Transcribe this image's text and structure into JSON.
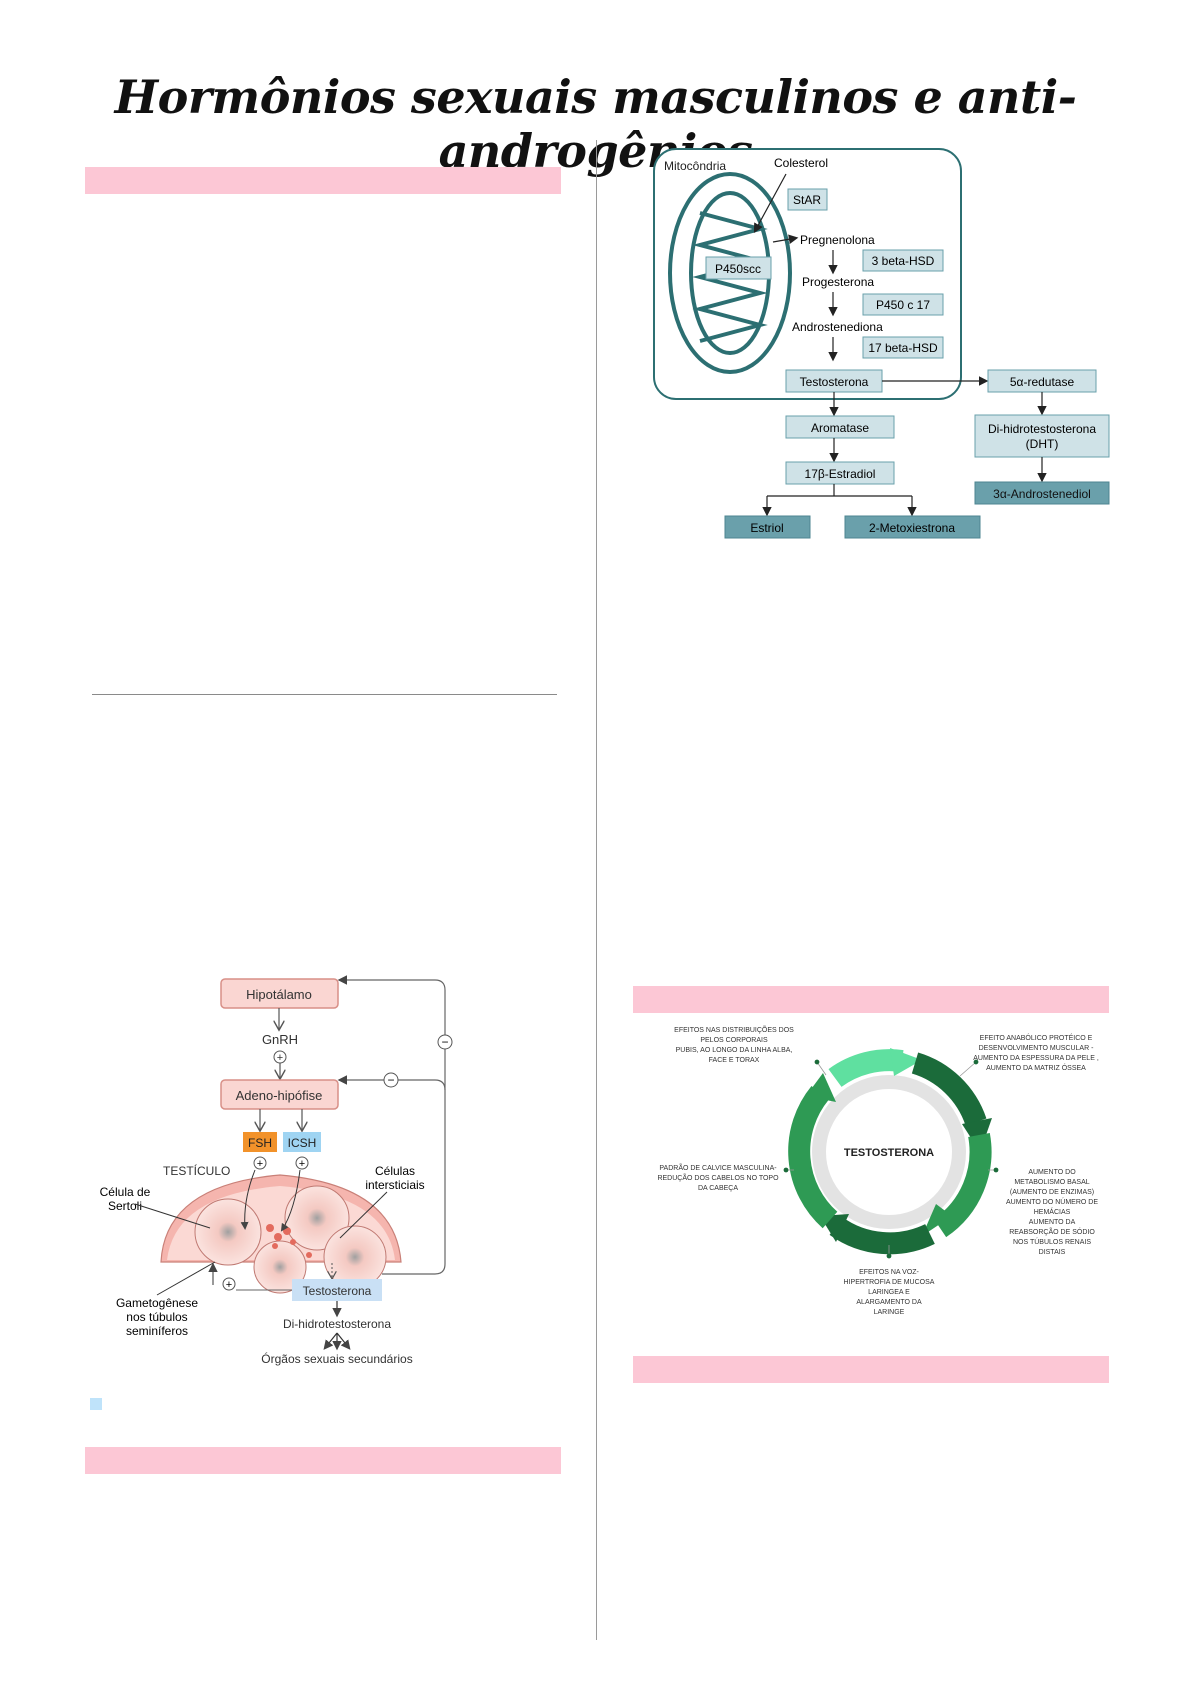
{
  "title": "Hormônios sexuais masculinos e anti-androgênios",
  "hpg": {
    "hipotalamo": "Hipotálamo",
    "gnrh": "GnRH",
    "adeno": "Adeno-hipófise",
    "fsh": "FSH",
    "icsh": "ICSH",
    "testiculo": "TESTÍCULO",
    "celulas_intersticiais_1": "Células",
    "celulas_intersticiais_2": "intersticiais",
    "sertoli_1": "Célula de",
    "sertoli_2": "Sertoli",
    "gameto_1": "Gametogênese",
    "gameto_2": "nos túbulos",
    "gameto_3": "seminíferos",
    "testosterona": "Testosterona",
    "dht": "Di-hidrotestosterona",
    "orgaos": "Órgãos sexuais secundários",
    "plus": "+",
    "minus": "−"
  },
  "synthesis": {
    "mitocondria": "Mitocôndria",
    "colesterol": "Colesterol",
    "star": "StAR",
    "p450scc": "P450scc",
    "pregnenolona": "Pregnenolona",
    "hsd3": "3 beta-HSD",
    "progesterona": "Progesterona",
    "p450c17": "P450 c 17",
    "androstenediona": "Androstenediona",
    "hsd17": "17 beta-HSD",
    "testosterona": "Testosterona",
    "redutase": "5α-redutase",
    "dht_1": "Di-hidrotestosterona",
    "dht_2": "(DHT)",
    "androstenediol": "3α-Androstenediol",
    "aromatase": "Aromatase",
    "estradiol": "17β-Estradiol",
    "estriol": "Estriol",
    "metoxiestrona": "2-Metoxiestrona"
  },
  "effects": {
    "center": "TESTOSTERONA",
    "top_left": [
      "EFEITOS NAS DISTRIBUIÇÕES DOS",
      "PELOS CORPORAIS",
      "PUBIS, AO LONGO DA LINHA ALBA,",
      "FACE E TORAX"
    ],
    "top_right": [
      "EFEITO ANABÓLICO PROTÉICO E",
      "DESENVOLVIMENTO MUSCULAR -",
      "AUMENTO DA ESPESSURA DA PELE ,",
      "AUMENTO DA MATRIZ ÓSSEA"
    ],
    "left": [
      "PADRÃO DE CALVICE MASCULINA-",
      "REDUÇÃO DOS CABELOS NO TOPO",
      "DA CABEÇA"
    ],
    "right": [
      "AUMENTO DO",
      "METABOLISMO BASAL",
      "(AUMENTO DE ENZIMAS)",
      "AUMENTO DO NÚMERO DE",
      "HEMÁCIAS",
      "AUMENTO DA",
      "REABSORÇÃO DE SÓDIO",
      "NOS TÚBULOS RENAIS",
      "DISTAIS"
    ],
    "bottom": [
      "EFEITOS NA VOZ-",
      "HIPERTROFIA DE MUCOSA",
      "LARINGEA E",
      "ALARGAMENTO DA",
      "LARINGE"
    ]
  },
  "colors": {
    "pink_bar": "#fcc7d5",
    "teal": "#2c6f72",
    "box_fill": "#cfe2e7",
    "box_dark": "#6aa0ab",
    "green_dark": "#1b6b3a",
    "green_light": "#5fe0a0"
  }
}
